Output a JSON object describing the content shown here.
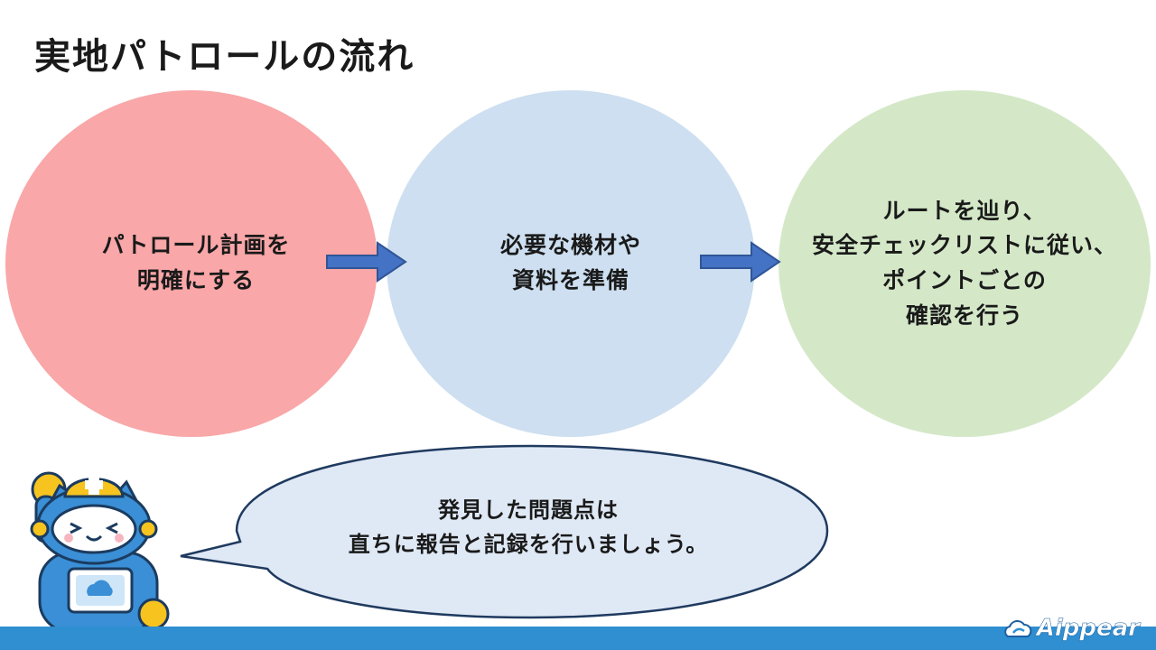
{
  "title": "実地パトロールの流れ",
  "steps": [
    {
      "text": "パトロール計画を\n明確にする",
      "color": "#f9a7a8"
    },
    {
      "text": "必要な機材や\n資料を準備",
      "color": "#cddff0"
    },
    {
      "text": "ルートを辿り、\n安全チェックリストに従い、\nポイントごとの\n確認を行う",
      "color": "#d4e8c8"
    }
  ],
  "arrow_color": "#4472c4",
  "bubble": {
    "text": "発見した問題点は\n直ちに報告と記録を行いましょう。"
  },
  "footer": {
    "logo_text": "Aippear",
    "bar_color": "#2f8fd1"
  },
  "mascot": {
    "icon": "robot-mascot-icon"
  }
}
